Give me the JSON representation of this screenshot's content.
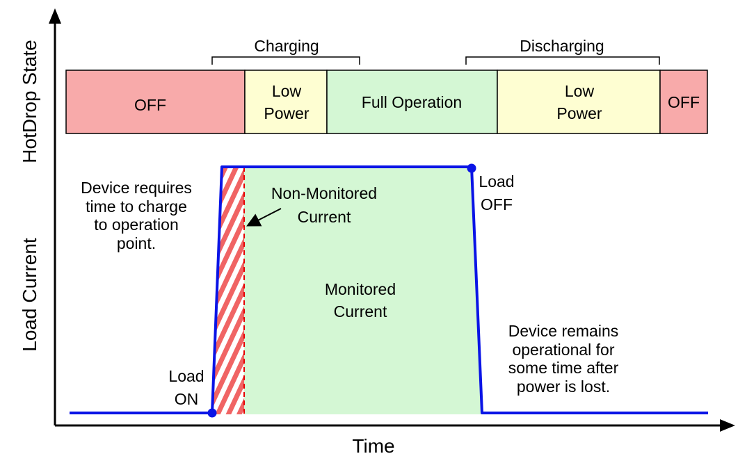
{
  "axes": {
    "x_label": "Time",
    "y_label_top": "HotDrop State",
    "y_label_bottom": "Load Current"
  },
  "brackets": {
    "charging": "Charging",
    "discharging": "Discharging"
  },
  "states": [
    {
      "key": "off1",
      "lines": [
        "OFF"
      ],
      "color": "#f8aaaa"
    },
    {
      "key": "low1",
      "lines": [
        "Low",
        "Power"
      ],
      "color": "#fefed2"
    },
    {
      "key": "full",
      "lines": [
        "Full Operation"
      ],
      "color": "#d4f7d4"
    },
    {
      "key": "low2",
      "lines": [
        "Low",
        "Power"
      ],
      "color": "#fefed2"
    },
    {
      "key": "off2",
      "lines": [
        "OFF"
      ],
      "color": "#f8aaaa"
    }
  ],
  "annotations": {
    "charge_note": [
      "Device requires",
      "time to charge",
      "to operation",
      "point."
    ],
    "non_monitored": [
      "Non-Monitored",
      "Current"
    ],
    "monitored": [
      "Monitored",
      "Current"
    ],
    "load_on": [
      "Load",
      "ON"
    ],
    "load_off": [
      "Load",
      "OFF"
    ],
    "remain_note": [
      "Device remains",
      "operational for",
      "some time after",
      "power is lost."
    ]
  },
  "colors": {
    "signal": "#0a14e6",
    "hatch": "#f06464",
    "dashed": "#e60000",
    "monitored_fill": "#d4f7d4"
  }
}
